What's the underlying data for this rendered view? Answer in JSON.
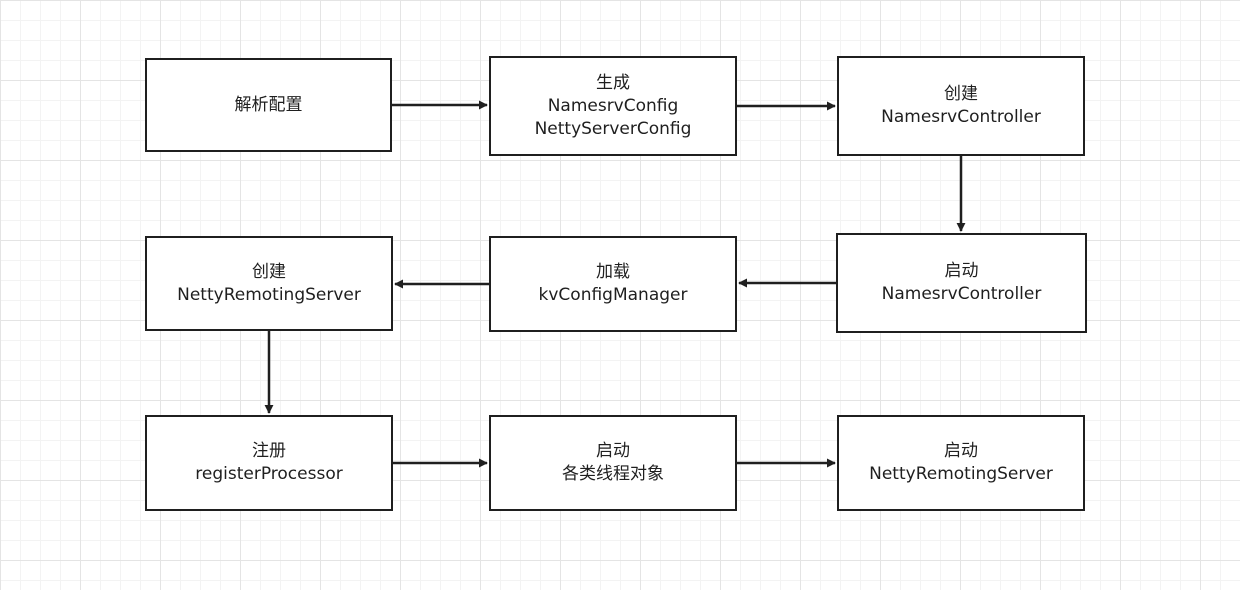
{
  "diagram": {
    "nodes": [
      {
        "id": "parse-config",
        "lines": [
          "解析配置"
        ]
      },
      {
        "id": "generate-config",
        "lines": [
          "生成",
          "NamesrvConfig",
          "NettyServerConfig"
        ]
      },
      {
        "id": "create-controller",
        "lines": [
          "创建",
          "NamesrvController"
        ]
      },
      {
        "id": "start-controller",
        "lines": [
          "启动",
          "NamesrvController"
        ]
      },
      {
        "id": "load-kvconfig",
        "lines": [
          "加载",
          "kvConfigManager"
        ]
      },
      {
        "id": "create-remoting-server",
        "lines": [
          "创建",
          "NettyRemotingServer"
        ]
      },
      {
        "id": "register-processor",
        "lines": [
          "注册",
          "registerProcessor"
        ]
      },
      {
        "id": "start-thread-objects",
        "lines": [
          "启动",
          "各类线程对象"
        ]
      },
      {
        "id": "start-remoting-server",
        "lines": [
          "启动",
          "NettyRemotingServer"
        ]
      }
    ],
    "edges": [
      {
        "from": "parse-config",
        "to": "generate-config"
      },
      {
        "from": "generate-config",
        "to": "create-controller"
      },
      {
        "from": "create-controller",
        "to": "start-controller"
      },
      {
        "from": "start-controller",
        "to": "load-kvconfig"
      },
      {
        "from": "load-kvconfig",
        "to": "create-remoting-server"
      },
      {
        "from": "create-remoting-server",
        "to": "register-processor"
      },
      {
        "from": "register-processor",
        "to": "start-thread-objects"
      },
      {
        "from": "start-thread-objects",
        "to": "start-remoting-server"
      }
    ],
    "colors": {
      "stroke": "#1f1f1f",
      "box_fill": "#ffffff",
      "grid": "#e4e4e4"
    }
  }
}
